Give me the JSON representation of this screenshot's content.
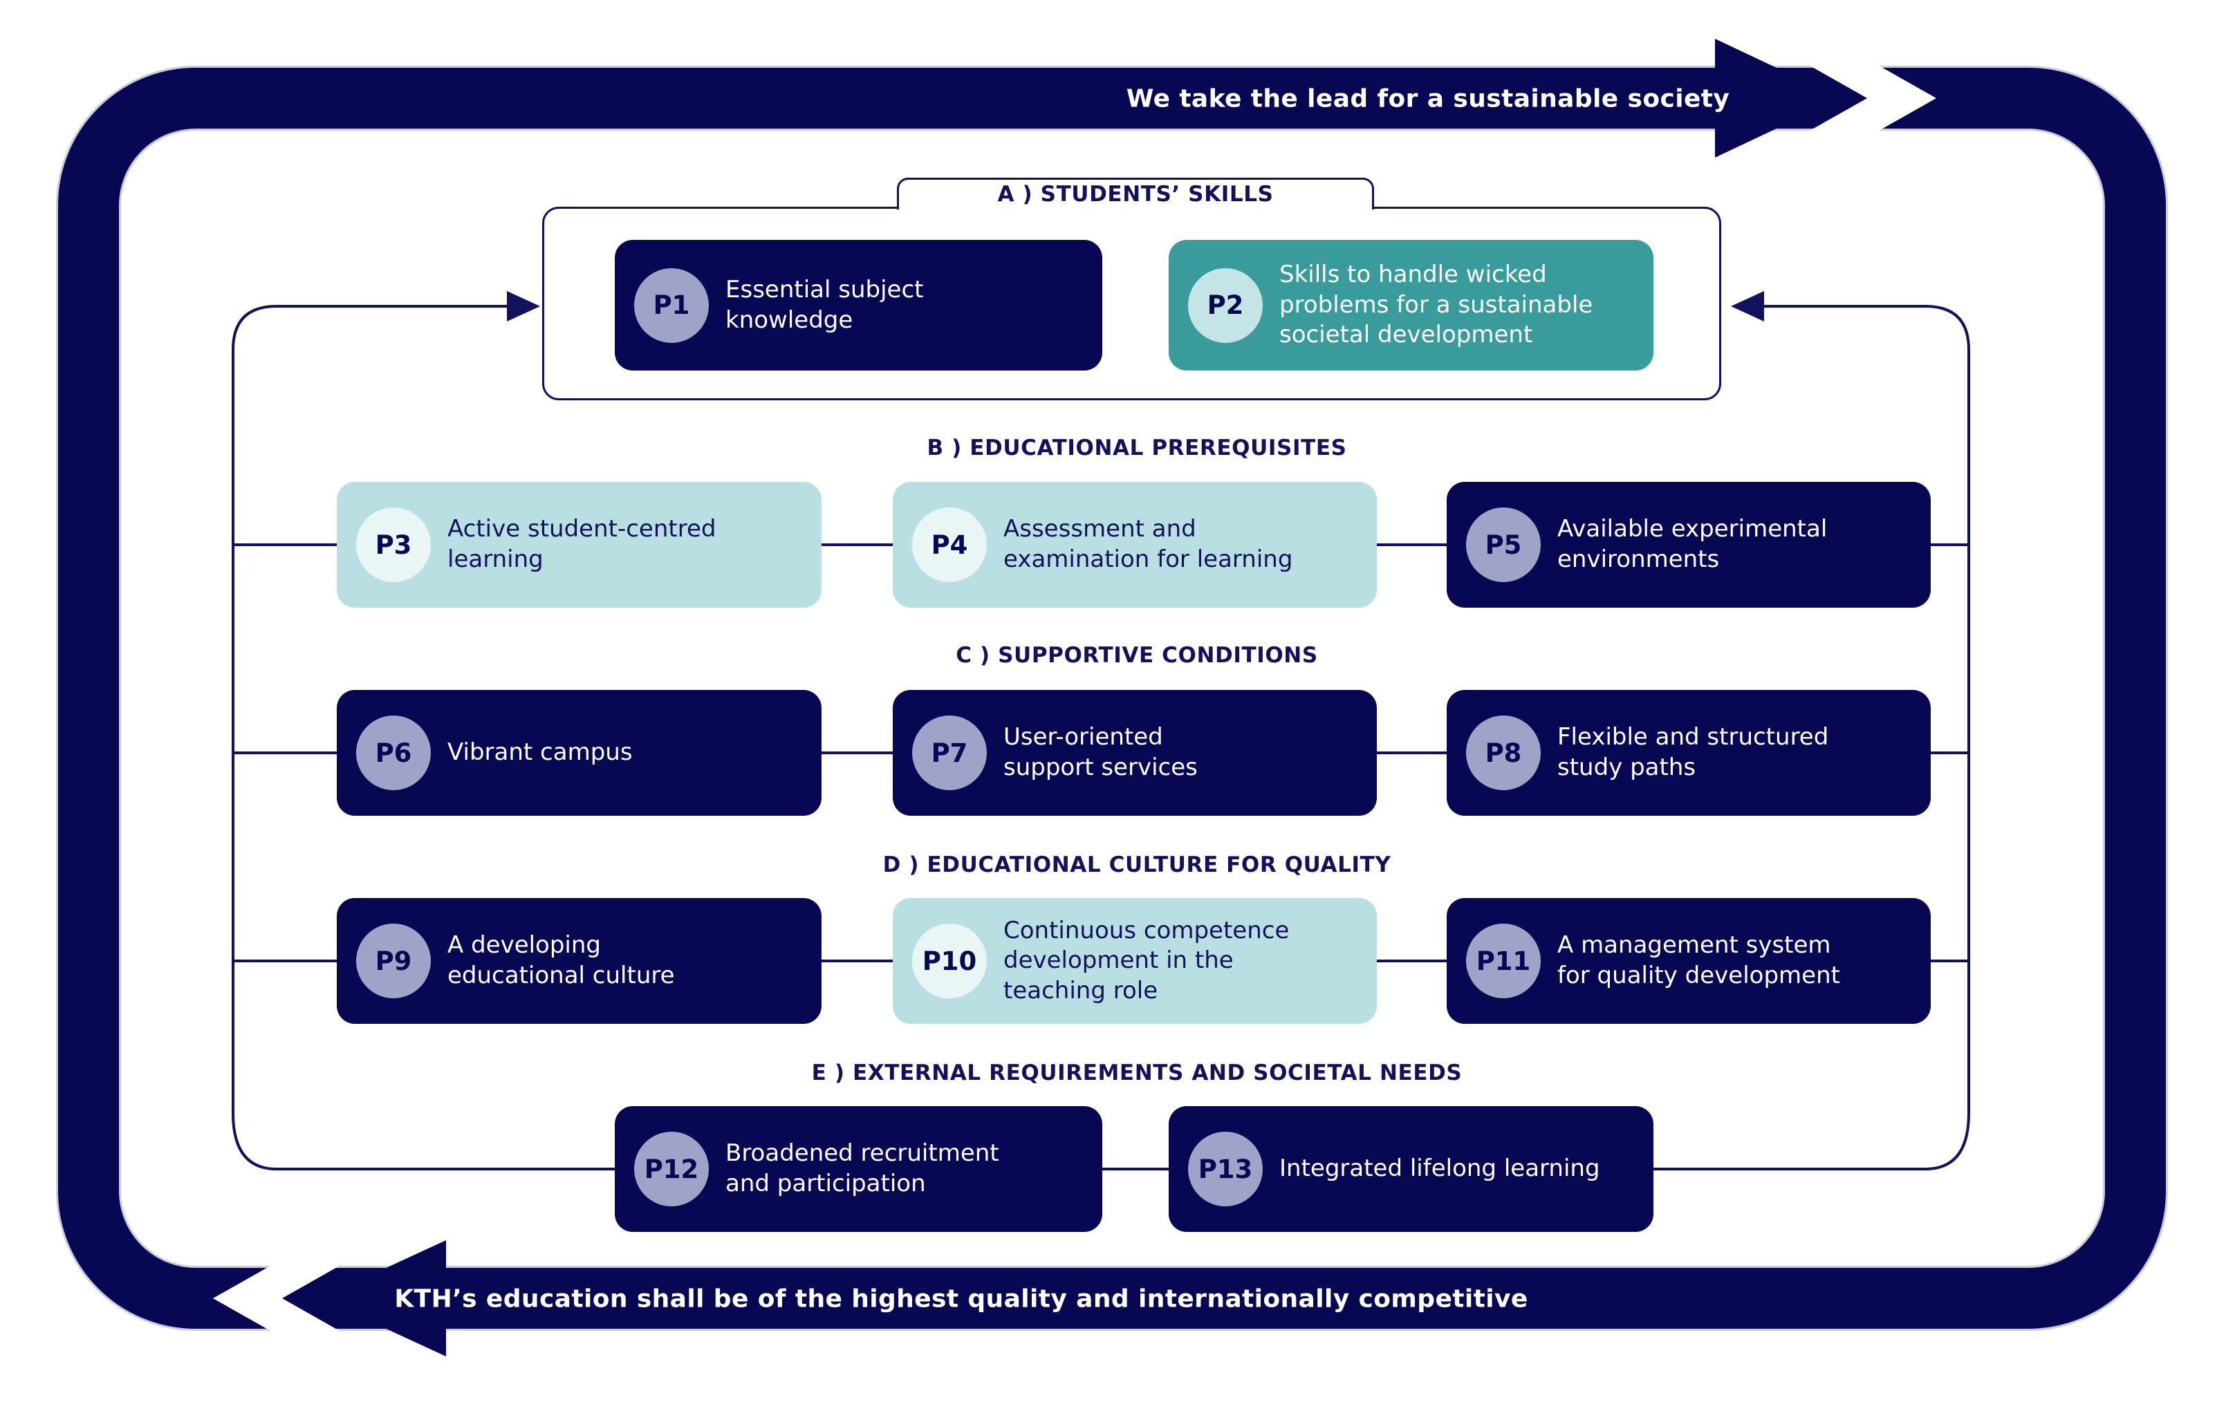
{
  "banner_top": {
    "text": "We take the lead for a sustainable society"
  },
  "banner_bottom": {
    "text": "KTH’s education shall be of the highest quality and internationally competitive"
  },
  "sections": [
    {
      "id": "A",
      "label": "A )  STUDENTS’ SKILLS",
      "items": [
        {
          "id": "P1",
          "text": "Essential subject\nknowledge",
          "variant": "navy"
        },
        {
          "id": "P2",
          "text": "Skills to handle wicked\nproblems for a sustainable\nsocietal development",
          "variant": "teal"
        }
      ]
    },
    {
      "id": "B",
      "label": "B )  EDUCATIONAL PREREQUISITES",
      "items": [
        {
          "id": "P3",
          "text": "Active student-centred\nlearning",
          "variant": "light"
        },
        {
          "id": "P4",
          "text": "Assessment and\nexamination for learning",
          "variant": "light"
        },
        {
          "id": "P5",
          "text": "Available experimental\nenvironments",
          "variant": "navy"
        }
      ]
    },
    {
      "id": "C",
      "label": "C )  SUPPORTIVE CONDITIONS",
      "items": [
        {
          "id": "P6",
          "text": "Vibrant campus",
          "variant": "navy"
        },
        {
          "id": "P7",
          "text": "User-oriented\nsupport services",
          "variant": "navy"
        },
        {
          "id": "P8",
          "text": "Flexible and structured\nstudy paths",
          "variant": "navy"
        }
      ]
    },
    {
      "id": "D",
      "label": "D )  EDUCATIONAL CULTURE FOR QUALITY",
      "items": [
        {
          "id": "P9",
          "text": "A developing\neducational culture",
          "variant": "navy"
        },
        {
          "id": "P10",
          "text": "Continuous competence\ndevelopment in the\nteaching role",
          "variant": "light"
        },
        {
          "id": "P11",
          "text": "A management system\nfor quality development",
          "variant": "navy"
        }
      ]
    },
    {
      "id": "E",
      "label": "E )  EXTERNAL REQUIREMENTS AND SOCIETAL NEEDS",
      "items": [
        {
          "id": "P12",
          "text": "Broadened recruitment\nand participation",
          "variant": "navy"
        },
        {
          "id": "P13",
          "text": "Integrated lifelong learning",
          "variant": "navy"
        }
      ]
    }
  ],
  "colors": {
    "navy": "#070754",
    "teal": "#3a9b9d",
    "light_teal": "#badfe2",
    "lavender_badge": "#9fa3c7",
    "teal_badge": "#c5e4e6",
    "pale_badge": "#eaf5f6",
    "line_navy": "#12125c",
    "band_edge": "#c9cadd",
    "background": "#ffffff"
  }
}
